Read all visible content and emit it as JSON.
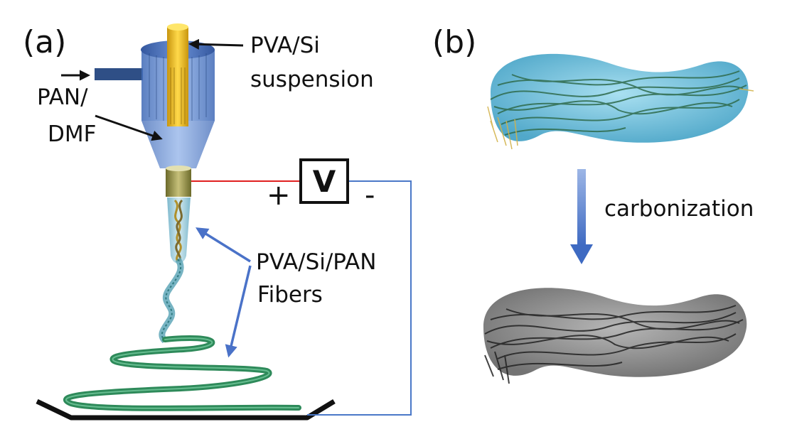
{
  "panel_a": {
    "label": "(a)",
    "labels": {
      "suspension_line1": "PVA/Si",
      "suspension_line2": "suspension",
      "polymer_line1": "PAN/",
      "polymer_line2": "DMF",
      "fibers_line1": "PVA/Si/PAN",
      "fibers_line2": "Fibers"
    },
    "voltage": {
      "symbol": "V",
      "plus": "+",
      "minus": "-"
    }
  },
  "panel_b": {
    "label": "(b)",
    "process": "carbonization"
  },
  "colors": {
    "core_tube": "#e7b81b",
    "shell_body": "#5a86c8",
    "fiber_green": "#2e8a5a",
    "wire_red": "#e02020",
    "wire_blue": "#4a78c8",
    "arrow_blue": "#4a72c8",
    "capsule_cyan": "#57b6d6",
    "capsule_gray": "#6d6d6d"
  }
}
